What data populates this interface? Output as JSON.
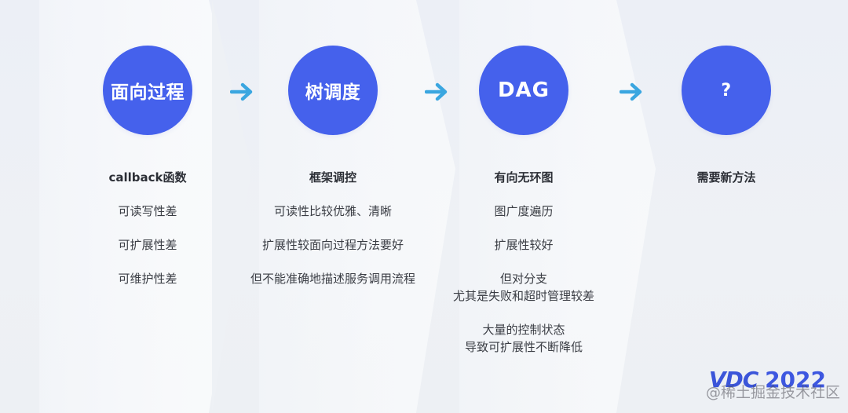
{
  "colors": {
    "circle_fill": "#4561ec",
    "arrow": "#3aa6e0",
    "body_text": "#3a3d44",
    "panel": "#f7f9fb",
    "background": "#edf0f5"
  },
  "stages": [
    {
      "circle_label": "面向过程",
      "title": "callback函数",
      "items": [
        "可读写性差",
        "可扩展性差",
        "可维护性差"
      ]
    },
    {
      "circle_label": "树调度",
      "title": "框架调控",
      "items": [
        "可读性比较优雅、清晰",
        "扩展性较面向过程方法要好",
        "但不能准确地描述服务调用流程"
      ]
    },
    {
      "circle_label": "DAG",
      "title": "有向无环图",
      "items": [
        "图广度遍历",
        "扩展性较好",
        "但对分支\n尤其是失败和超时管理较差",
        "大量的控制状态\n导致可扩展性不断降低"
      ]
    },
    {
      "circle_label": "?",
      "title": "需要新方法",
      "items": []
    }
  ],
  "arrows": [
    {
      "icon": "arrow-right-icon"
    },
    {
      "icon": "arrow-right-icon"
    },
    {
      "icon": "arrow-right-icon"
    }
  ],
  "logo": {
    "brand": "VDC",
    "year": "2022"
  },
  "watermark": "@稀土掘金技术社区"
}
